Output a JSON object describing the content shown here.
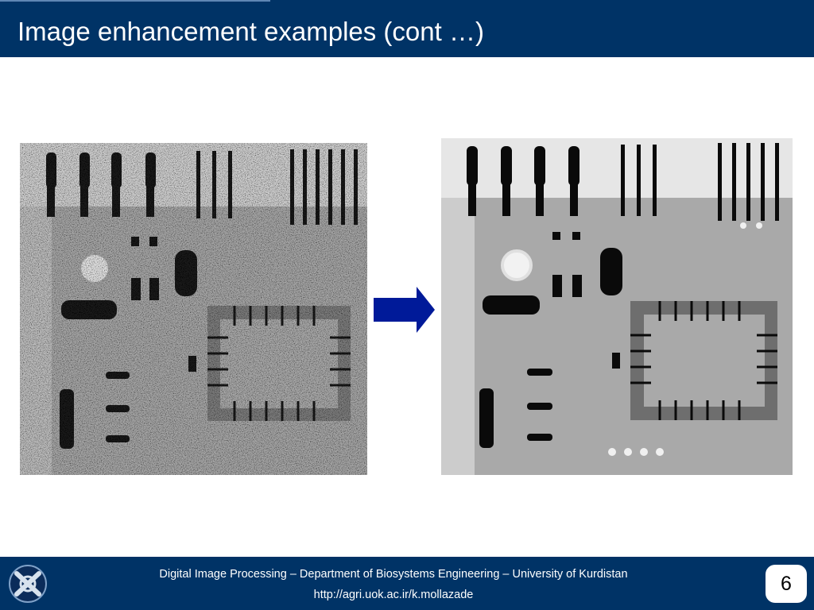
{
  "slide": {
    "title": "Image enhancement examples (cont …)",
    "page_number": "6"
  },
  "figures": [
    {
      "name": "noisy-pcb-xray",
      "tone": "noisy-grayscale"
    },
    {
      "name": "filtered-pcb-xray",
      "tone": "clean-grayscale"
    }
  ],
  "arrow": {
    "icon": "right-arrow-icon",
    "color": "#001a99"
  },
  "footer": {
    "line1": "Digital Image Processing – Department of Biosystems Engineering – University of Kurdistan",
    "line2": "http://agri.uok.ac.ir/k.mollazade",
    "logo_icon": "university-logo-icon"
  },
  "colors": {
    "header_bg": "#003366",
    "footer_bg": "#003366",
    "text": "#ffffff"
  }
}
